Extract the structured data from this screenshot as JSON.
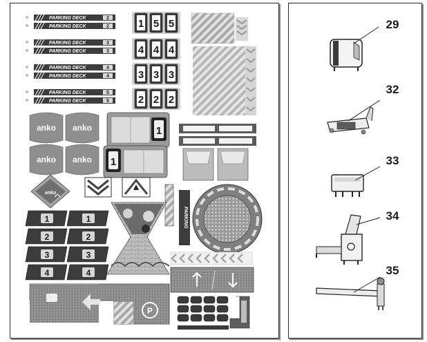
{
  "sheet": {
    "deck_label": "PARKING DECK",
    "deck_levels": [
      "2",
      "2",
      "3",
      "3",
      "4",
      "4",
      "5",
      "5"
    ],
    "floor_numbers": [
      [
        "1",
        "5",
        "5"
      ],
      [
        "4",
        "4",
        "4"
      ],
      [
        "3",
        "3",
        "3"
      ],
      [
        "2",
        "2",
        "2"
      ]
    ],
    "brand": "anko",
    "brand_tiles": 4,
    "ramp_label": "PARKING",
    "level_tiles": [
      "1",
      "1",
      "2",
      "2",
      "3",
      "3",
      "4",
      "4"
    ],
    "digit_one": "1",
    "parking_sign": "P"
  },
  "parts": [
    {
      "number": "29"
    },
    {
      "number": "32"
    },
    {
      "number": "33"
    },
    {
      "number": "34"
    },
    {
      "number": "35"
    }
  ],
  "colors": {
    "sticker_dark": "#3c3c3c",
    "sticker_mid": "#8e8e8e",
    "sticker_light": "#c8c8c8",
    "border": "#2a2a2a"
  }
}
